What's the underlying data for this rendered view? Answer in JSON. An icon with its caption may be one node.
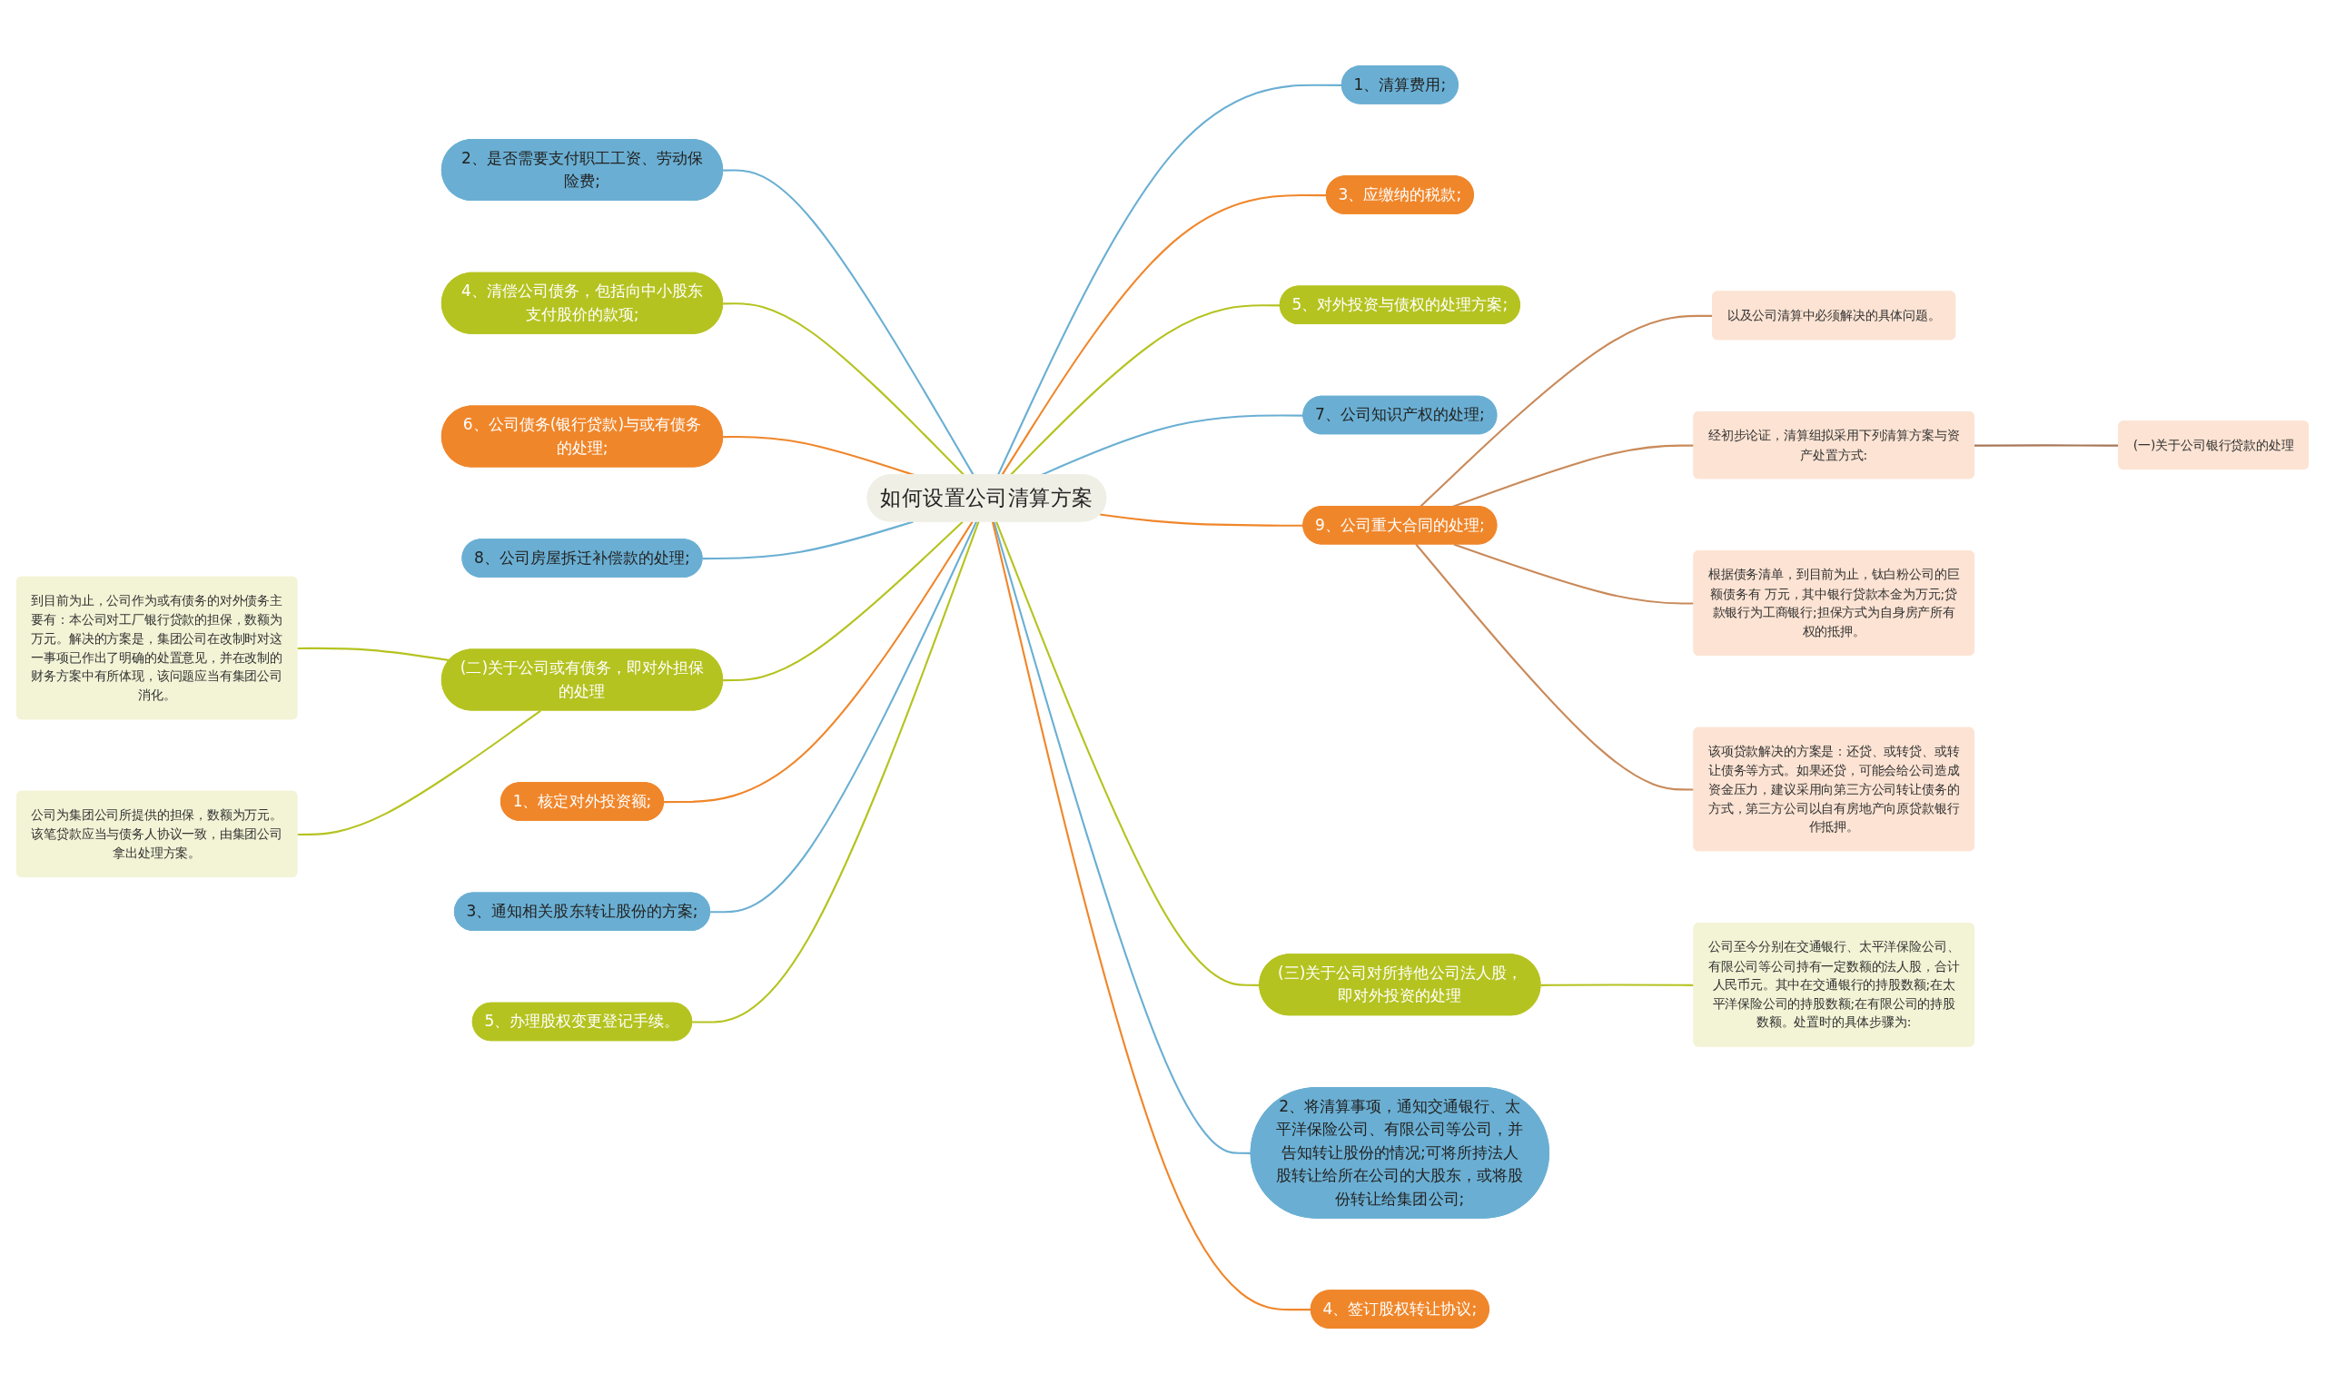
{
  "diagram": {
    "nodes": [
      {
        "text": [
          "如何设置公司清算方案"
        ]
      },
      {
        "text": [
          "1、清算费用;"
        ]
      },
      {
        "text": [
          "3、应缴纳的税款;"
        ]
      },
      {
        "text": [
          "5、对外投资与债权的处理方案;"
        ]
      },
      {
        "text": [
          "7、公司知识产权的处理;"
        ]
      },
      {
        "text": [
          "9、公司重大合同的处理;"
        ]
      },
      {
        "text": [
          "以及公司清算中必须解决的具体问题。"
        ]
      },
      {
        "text": [
          "经初步论证，清算组拟采用下列清算方案与资产处置方式:"
        ]
      },
      {
        "text": [
          "(一)关于公司银行贷款的处理"
        ]
      },
      {
        "text": [
          "根据债务清单，到目前为止，钛白粉公司的巨额债务有 万元，其中银行贷款本金为万元;贷款银行为工商银行;担保方式为自身房产所有权的抵押。"
        ]
      },
      {
        "text": [
          "该项贷款解决的方案是：还贷、或转贷、或转让债务等方式。如果还贷，可能会给公司造成资金压力，建议采用向第三方公司转让债务的方式，第三方公司以自有房地产向原贷款银行作抵押。"
        ]
      },
      {
        "text": [
          "(三)关于公司对所持他公司法人股，即对外投资的处理"
        ]
      },
      {
        "text": [
          "公司至今分别在交通银行、太平洋保险公司、有限公司等公司持有一定数额的法人股，合计人民币元。其中在交通银行的持股数额;在太平洋保险公司的持股数额;在有限公司的持股数额。处置时的具体步骤为:"
        ]
      },
      {
        "text": [
          "2、将清算事项，通知交通银行、太平洋保险公司、有限公司等公司，并告知转让股份的情况;可将所持法人股转让给所在公司的大股东，或将股份转让给集团公司;"
        ]
      },
      {
        "text": [
          "4、签订股权转让协议;"
        ]
      },
      {
        "text": [
          "2、是否需要支付职工工资、劳动保险费;"
        ]
      },
      {
        "text": [
          "4、清偿公司债务，包括向中小股东支付股价的款项;"
        ]
      },
      {
        "text": [
          "6、公司债务(银行贷款)与或有债务的处理;"
        ]
      },
      {
        "text": [
          "8、公司房屋拆迁补偿款的处理;"
        ]
      },
      {
        "text": [
          "到目前为止，公司作为或有债务的对外债务主要有：本公司对工厂银行贷款的担保，数额为万元。解决的方案是，集团公司在改制时对这一事项已作出了明确的处置意见，并在改制的财务方案中有所体现，该问题应当有集团公司消化。"
        ]
      },
      {
        "text": [
          "公司为集团公司所提供的担保，数额为万元。该笔贷款应当与债务人协议一致，由集团公司拿出处理方案。"
        ]
      },
      {
        "text": [
          "(二)关于公司或有债务，即对外担保的处理"
        ]
      },
      {
        "text": [
          "1、核定对外投资额;"
        ]
      },
      {
        "text": [
          "3、通知相关股东转让股份的方案;"
        ]
      },
      {
        "text": [
          "5、办理股权变更登记手续。"
        ]
      }
    ],
    "edges": [
      {
        "from": 0,
        "to": 1,
        "arrow": "none",
        "color": "#6aafd3"
      },
      {
        "from": 0,
        "to": 2,
        "arrow": "none",
        "color": "#f0862a"
      },
      {
        "from": 0,
        "to": 3,
        "arrow": "none",
        "color": "#b5c320"
      },
      {
        "from": 0,
        "to": 4,
        "arrow": "none",
        "color": "#6aafd3"
      },
      {
        "from": 0,
        "to": 5,
        "arrow": "none",
        "color": "#f0862a"
      },
      {
        "from": 5,
        "to": 6,
        "arrow": "none",
        "color": "#c98a5a"
      },
      {
        "from": 5,
        "to": 7,
        "arrow": "none",
        "color": "#c98a5a"
      },
      {
        "from": 7,
        "to": 8,
        "arrow": "none",
        "color": "#a87758"
      },
      {
        "from": 5,
        "to": 9,
        "arrow": "none",
        "color": "#c98a5a"
      },
      {
        "from": 5,
        "to": 10,
        "arrow": "none",
        "color": "#c98a5a"
      },
      {
        "from": 0,
        "to": 11,
        "arrow": "none",
        "color": "#b5c320"
      },
      {
        "from": 11,
        "to": 12,
        "arrow": "none",
        "color": "#b5c320"
      },
      {
        "from": 0,
        "to": 13,
        "arrow": "none",
        "color": "#6aafd3"
      },
      {
        "from": 0,
        "to": 14,
        "arrow": "none",
        "color": "#f0862a"
      },
      {
        "from": 15,
        "to": 0,
        "arrow": "none",
        "color": "#6aafd3"
      },
      {
        "from": 16,
        "to": 0,
        "arrow": "none",
        "color": "#b5c320"
      },
      {
        "from": 17,
        "to": 0,
        "arrow": "none",
        "color": "#f0862a"
      },
      {
        "from": 18,
        "to": 0,
        "arrow": "none",
        "color": "#6aafd3"
      },
      {
        "from": 19,
        "to": 21,
        "arrow": "none",
        "color": "#b5c320"
      },
      {
        "from": 20,
        "to": 21,
        "arrow": "none",
        "color": "#b5c320"
      },
      {
        "from": 21,
        "to": 0,
        "arrow": "none",
        "color": "#b5c320"
      },
      {
        "from": 22,
        "to": 0,
        "arrow": "none",
        "color": "#f0862a"
      },
      {
        "from": 23,
        "to": 0,
        "arrow": "none",
        "color": "#6aafd3"
      },
      {
        "from": 24,
        "to": 0,
        "arrow": "none",
        "color": "#b5c320"
      }
    ]
  }
}
